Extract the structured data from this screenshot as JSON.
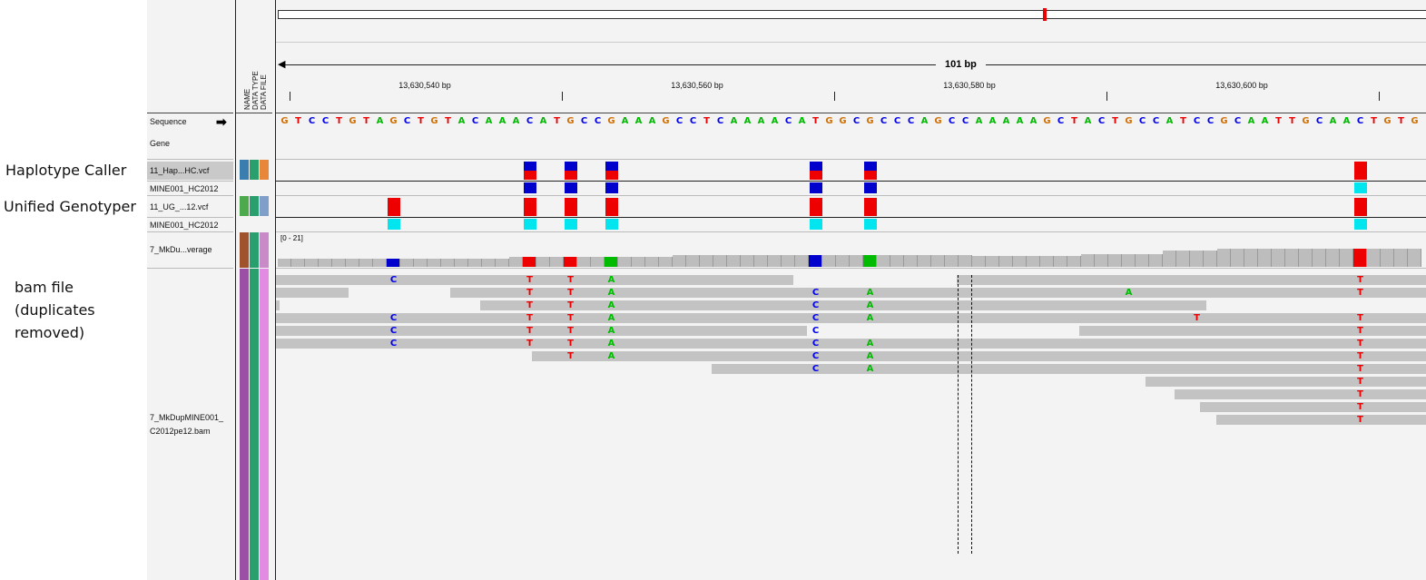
{
  "annotations": {
    "haplotype_caller": "Haplotype Caller",
    "unified_genotyper": "Unified Genotyper",
    "bam_file": [
      "bam file",
      "(duplicates",
      "removed)"
    ]
  },
  "attribute_headers": [
    "NAME",
    "DATA TYPE",
    "DATA FILE"
  ],
  "ruler": {
    "width_label": "101 bp",
    "ticks": [
      "13,630,540 bp",
      "13,630,560 bp",
      "13,630,580 bp",
      "13,630,600 bp"
    ]
  },
  "tracks": {
    "sequence": "Sequence",
    "gene": "Gene",
    "hc_vcf": "11_Hap...HC.vcf",
    "hc_sample": "MINE001_HC2012",
    "ug_vcf": "11_UG_...12.vcf",
    "ug_sample": "MINE001_HC2012",
    "coverage": "7_MkDu...verage",
    "coverage_range": "[0 - 21]",
    "bam_line1": "7_MkDupMINE001_",
    "bam_line2": "C2012pe12.bam"
  },
  "sequence": "GTCCTGTAGCTGTACAAACATGCCGAAAGCCTCAAAACATGGCGCCCAGCCAAAAAGCTACTGCCATCCGCAATTGCAACTGTG",
  "colors": {
    "A": "#00bb00",
    "C": "#0000ee",
    "G": "#d17105",
    "T": "#ee0000",
    "het_blue": "#0000cc",
    "hom_red": "#ee0000",
    "ref_cyan": "#00e5ee",
    "read_gray": "#c3c3c3"
  },
  "mismatches": [
    {
      "row": 0,
      "bases": "C",
      "pos": 8
    },
    {
      "row": 0,
      "bases": "T",
      "pos": 18
    },
    {
      "row": 0,
      "bases": "T",
      "pos": 21
    },
    {
      "row": 0,
      "bases": "A",
      "pos": 24
    }
  ]
}
